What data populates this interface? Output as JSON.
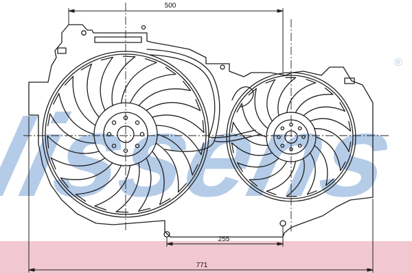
{
  "watermark": {
    "text": "Nissens",
    "registered_mark": "®",
    "color": "#a9c4e4",
    "band_color": "#f1c8d1"
  },
  "drawing": {
    "stroke_color": "#1e1e1e",
    "fans": [
      {
        "id": "large-fan",
        "blade_count": 22
      },
      {
        "id": "small-fan",
        "blade_count": 18
      }
    ]
  },
  "dimensions": {
    "top_width": "500",
    "center_spacing": "255",
    "overall_width": "771"
  }
}
